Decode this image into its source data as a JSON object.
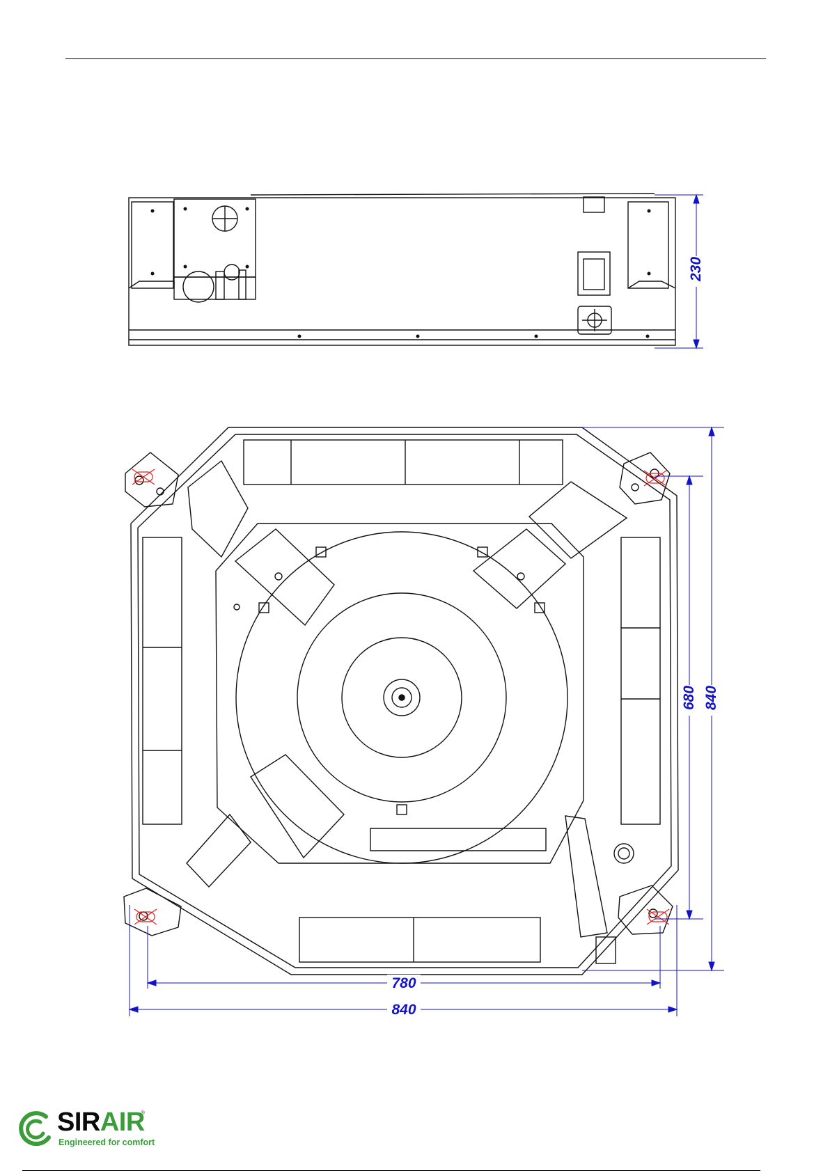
{
  "dimensions": {
    "height": "230",
    "inner_width": "780",
    "outer_width": "840",
    "inner_depth": "680",
    "outer_depth": "840"
  },
  "brand": {
    "name_part1": "SIR",
    "name_part2": "AIR",
    "registered": "®",
    "tagline": "Engineered for comfort"
  },
  "colors": {
    "dimension": "#1212c8",
    "brand_green": "#3a9d3a",
    "hole_marker": "#e02020"
  }
}
